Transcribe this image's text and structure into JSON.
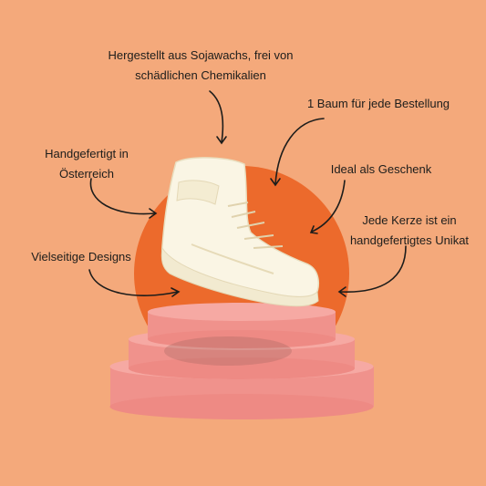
{
  "colors": {
    "background": "#f4a97b",
    "sun": "#ec6a2c",
    "podium_top": "#f6a9a3",
    "podium_side": "#f0928c",
    "candle": "#faf5e4",
    "text": "#1d1d1b"
  },
  "features": {
    "soy_wax": [
      "Hergestellt aus Sojawachs, frei von",
      "schädlichen Chemikalien"
    ],
    "tree": [
      "1 Baum für jede Bestellung"
    ],
    "handmade_austria": [
      "Handgefertigt in",
      "Österreich"
    ],
    "gift": [
      "Ideal als Geschenk"
    ],
    "unique": [
      "Jede Kerze ist ein",
      "handgefertigtes Unikat"
    ],
    "designs": [
      "Vielseitige Designs"
    ]
  },
  "icons": {
    "arrow": "curved-arrow-icon",
    "product": "sneaker-candle"
  }
}
